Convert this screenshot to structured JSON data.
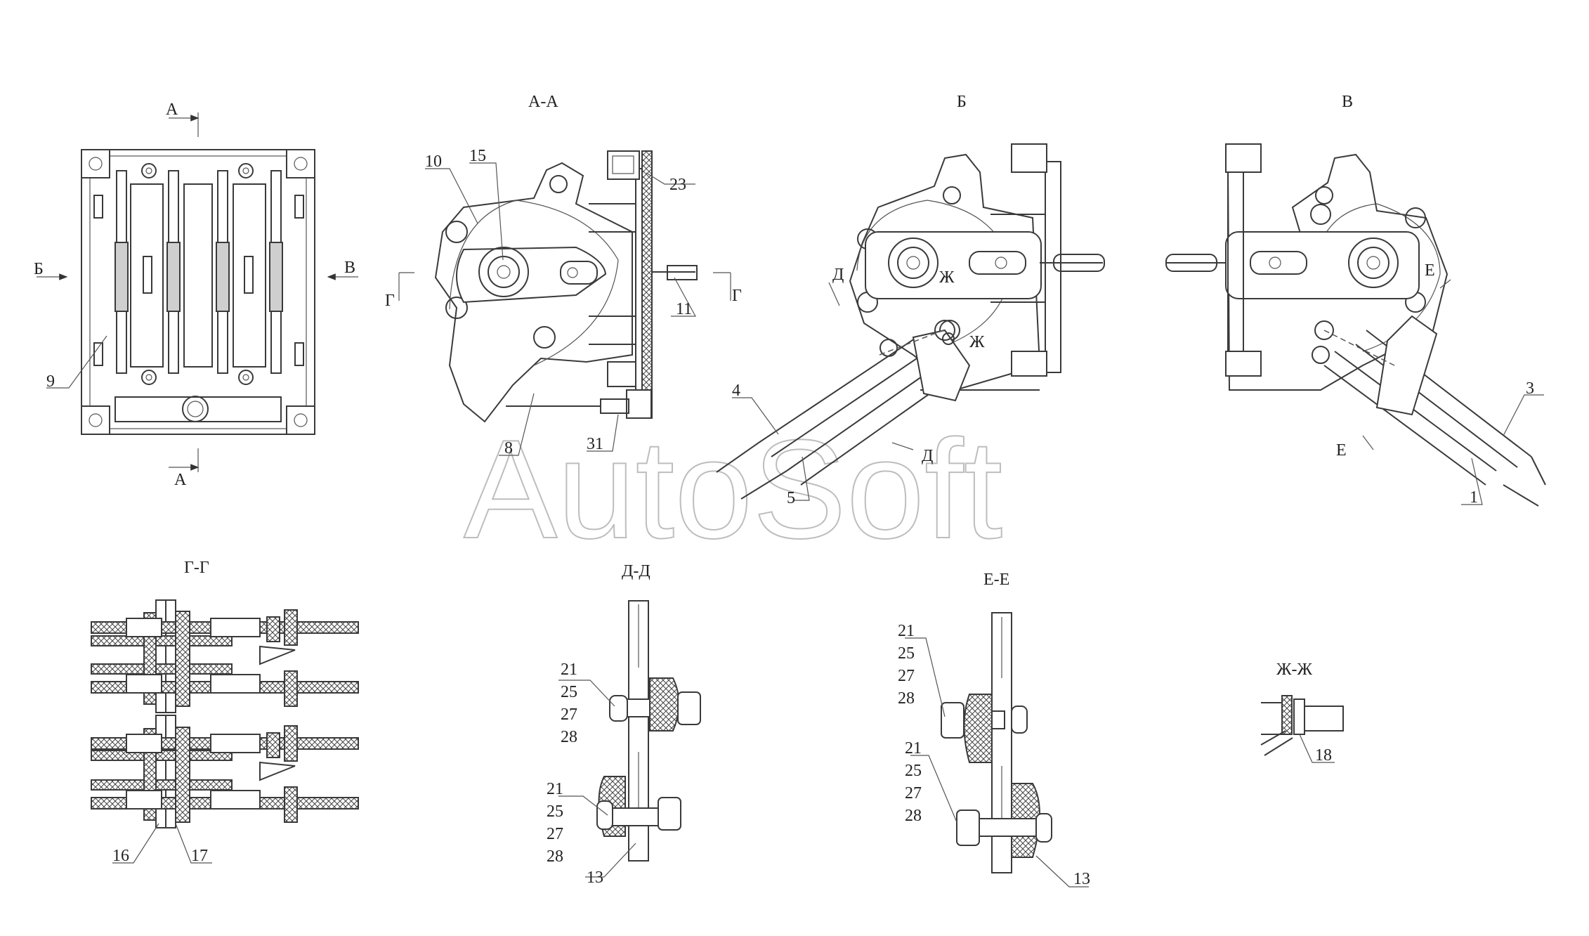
{
  "watermark": "AutoSoft",
  "views": {
    "aa": "А-А",
    "b": "Б",
    "v": "В",
    "gg": "Г-Г",
    "dd": "Д-Д",
    "ee": "Е-Е",
    "zhzh": "Ж-Ж"
  },
  "markers": {
    "a_top": "А",
    "a_bottom": "А",
    "b_left": "Б",
    "v_right": "В",
    "g_left": "Г",
    "g_right": "Г",
    "d_top": "Д",
    "d_bottom": "Д",
    "zh_1": "Ж",
    "zh_2": "Ж",
    "e_top": "Е",
    "e_bottom": "Е"
  },
  "callouts": {
    "p9": "9",
    "p10": "10",
    "p15": "15",
    "p23": "23",
    "p11": "11",
    "p8": "8",
    "p31": "31",
    "p4": "4",
    "p5": "5",
    "p3": "3",
    "p1": "1",
    "p16": "16",
    "p17": "17",
    "dd_21a": "21",
    "dd_25a": "25",
    "dd_27a": "27",
    "dd_28a": "28",
    "dd_21b": "21",
    "dd_25b": "25",
    "dd_27b": "27",
    "dd_28b": "28",
    "dd_13": "13",
    "ee_21a": "21",
    "ee_25a": "25",
    "ee_27a": "27",
    "ee_28a": "28",
    "ee_21b": "21",
    "ee_25b": "25",
    "ee_27b": "27",
    "ee_28b": "28",
    "ee_13": "13",
    "p18": "18"
  }
}
